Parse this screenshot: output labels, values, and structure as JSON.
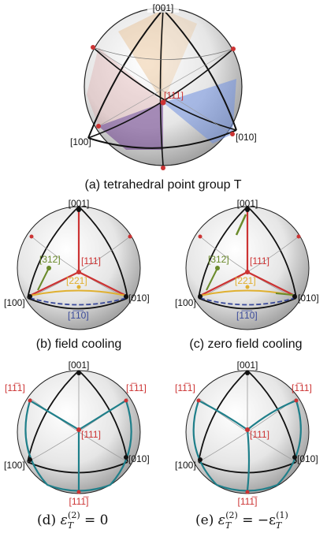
{
  "panel_a": {
    "labels": {
      "top": "[001]",
      "center": "[111]",
      "left": "[100]",
      "right": "[010]"
    },
    "caption": "(a) tetrahedral point group T"
  },
  "panel_b": {
    "labels": {
      "top": "[001]",
      "center": "[111]",
      "left": "[100]",
      "right": "[010]",
      "l312": "[312]",
      "l221": "[221]",
      "l110": "[1̅1̅0]"
    },
    "caption": "(b) field cooling"
  },
  "panel_c": {
    "labels": {
      "top": "[001]",
      "center": "[111]",
      "left": "[100]",
      "right": "[010]",
      "l312": "[312]",
      "l221": "[221]",
      "l110": "[1̅1̅0]"
    },
    "caption": "(c) zero field cooling"
  },
  "panel_d": {
    "labels": {
      "top": "[001]",
      "center": "[111]",
      "left": "[100]",
      "right": "[010]",
      "ul": "[11̅1]",
      "ur": "[1̅11]",
      "bottom": "[111̅]"
    },
    "caption_prefix": "(d) ",
    "caption_math": "ε",
    "caption_sub": "T",
    "caption_sup": "(2)",
    "caption_tail": " = 0"
  },
  "panel_e": {
    "labels": {
      "top": "[001]",
      "center": "[111]",
      "left": "[100]",
      "right": "[010]",
      "ul": "[11̅1]",
      "ur": "[1̅11]",
      "bottom": "[111̅]"
    },
    "caption_prefix": "(e) ",
    "caption_math": "ε",
    "caption_sub": "T",
    "caption_sup": "(2)",
    "caption_tail": " = −ε",
    "caption_sub2": "T",
    "caption_sup2": "(1)"
  },
  "colors": {
    "red": "#cc3333",
    "blue_tint": "#6f8fe0",
    "orange_tint": "#e6b070",
    "purple_tint": "#6a3a8a",
    "green": "#6a8a2a",
    "yellow": "#e0b030",
    "teal": "#1f7f8a",
    "navy": "#3a4a9a"
  }
}
